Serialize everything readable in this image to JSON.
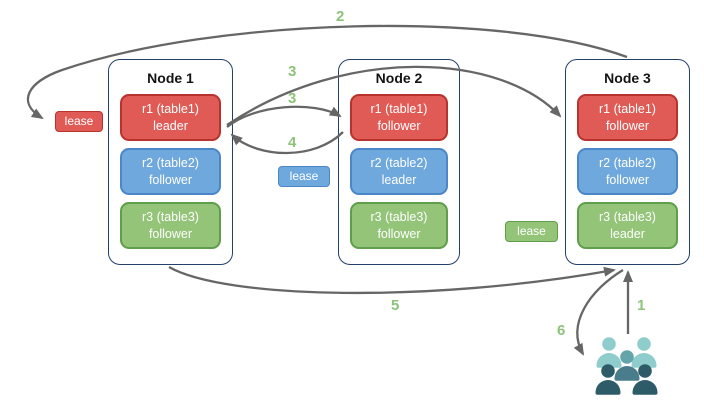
{
  "diagram": {
    "description": "Three-node replication diagram with range leases and user request flow"
  },
  "colors": {
    "red_fill": "#e05b55",
    "red_border": "#b8332e",
    "blue_fill": "#6fa8dc",
    "blue_border": "#4a86c8",
    "green_fill": "#93c478",
    "green_border": "#5f9e4a",
    "node_border": "#23406b",
    "node_fill": "#ffffff",
    "arrow": "#666666",
    "step_number": "#8cc379",
    "people_light": "#8ecdcb",
    "people_mid": "#63a5a8",
    "people_mid_dark": "#4a7d8c",
    "people_dark": "#2e5b68"
  },
  "nodes": [
    {
      "title": "Node 1",
      "replicas": [
        {
          "id": "r1 (table1)",
          "role": "leader",
          "color": "red"
        },
        {
          "id": "r2 (table2)",
          "role": "follower",
          "color": "blue"
        },
        {
          "id": "r3 (table3)",
          "role": "follower",
          "color": "green"
        }
      ]
    },
    {
      "title": "Node 2",
      "replicas": [
        {
          "id": "r1 (table1)",
          "role": "follower",
          "color": "red"
        },
        {
          "id": "r2 (table2)",
          "role": "leader",
          "color": "blue"
        },
        {
          "id": "r3 (table3)",
          "role": "follower",
          "color": "green"
        }
      ]
    },
    {
      "title": "Node 3",
      "replicas": [
        {
          "id": "r1 (table1)",
          "role": "follower",
          "color": "red"
        },
        {
          "id": "r2 (table2)",
          "role": "follower",
          "color": "blue"
        },
        {
          "id": "r3 (table3)",
          "role": "leader",
          "color": "green"
        }
      ]
    }
  ],
  "leases": [
    {
      "label": "lease",
      "color": "red"
    },
    {
      "label": "lease",
      "color": "blue"
    },
    {
      "label": "lease",
      "color": "green"
    }
  ],
  "steps": [
    {
      "text": "1"
    },
    {
      "text": "2"
    },
    {
      "text": "3"
    },
    {
      "text": "3"
    },
    {
      "text": "4"
    },
    {
      "text": "5"
    },
    {
      "text": "6"
    }
  ],
  "icons": {
    "users_group": "users-group-icon"
  }
}
